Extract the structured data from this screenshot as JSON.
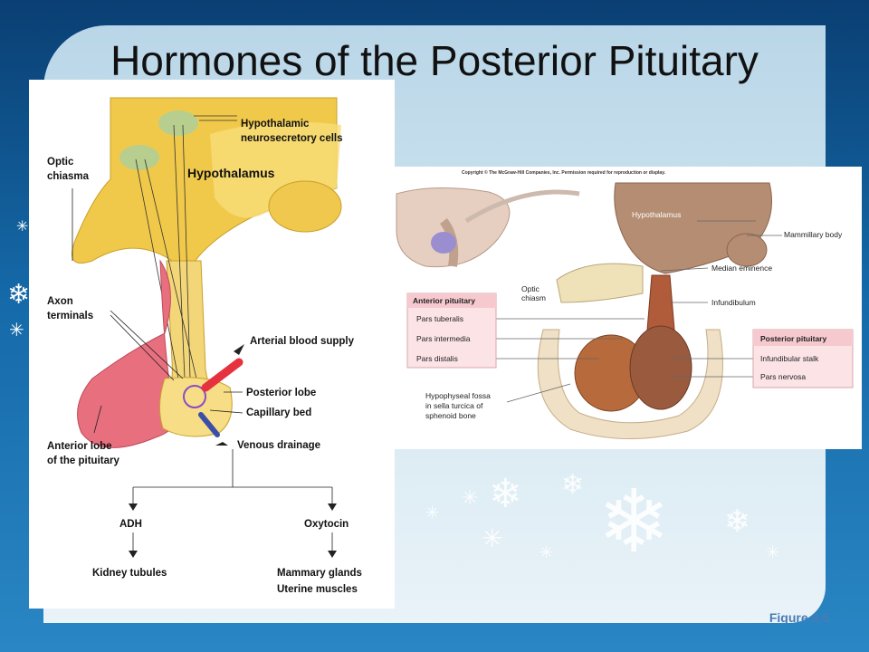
{
  "slide": {
    "title": "Hormones of the Posterior Pituitary",
    "figure_label": "Figure 9.5"
  },
  "left_diagram": {
    "labels": {
      "hypothalamic_cells": [
        "Hypothalamic",
        "neurosecretory cells"
      ],
      "optic_chiasma": [
        "Optic",
        "chiasma"
      ],
      "hypothalamus": "Hypothalamus",
      "axon_terminals": [
        "Axon",
        "terminals"
      ],
      "arterial_blood_supply": "Arterial blood supply",
      "posterior_lobe": "Posterior lobe",
      "capillary_bed": "Capillary bed",
      "venous_drainage": "Venous drainage",
      "anterior_lobe": [
        "Anterior lobe",
        "of the pituitary"
      ]
    },
    "flow": {
      "adh": "ADH",
      "oxytocin": "Oxytocin",
      "kidney": "Kidney tubules",
      "mammary": [
        "Mammary glands",
        "Uterine muscles"
      ]
    }
  },
  "right_diagram": {
    "copyright": "Copyright © The McGraw-Hill Companies, Inc. Permission required for reproduction or display.",
    "labels": {
      "hypothalamus": "Hypothalamus",
      "mammillary_body": "Mammillary body",
      "median_eminence": "Median eminence",
      "optic_chiasm": [
        "Optic",
        "chiasm"
      ],
      "infundibulum": "Infundibulum",
      "fossa": [
        "Hypophyseal fossa",
        "in sella turcica of",
        "sphenoid bone"
      ]
    },
    "anterior_box": {
      "header": "Anterior pituitary",
      "items": [
        "Pars tuberalis",
        "Pars intermedia",
        "Pars distalis"
      ]
    },
    "posterior_box": {
      "header": "Posterior pituitary",
      "items": [
        "Infundibular stalk",
        "Pars nervosa"
      ]
    }
  }
}
